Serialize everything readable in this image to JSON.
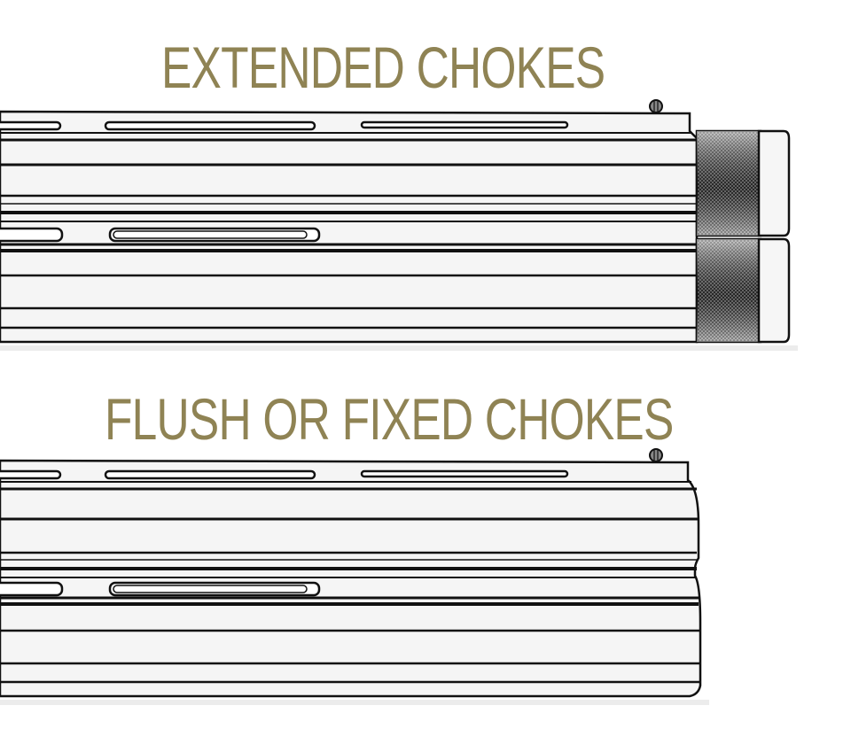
{
  "colors": {
    "heading": "#8f8354",
    "ink": "#111111",
    "paper": "#ffffff",
    "barrel_fill": "#f4f4f4",
    "knurl": "#3a3a3a"
  },
  "panels": [
    {
      "id": "extended",
      "heading": "EXTENDED CHOKES",
      "illustration": "over-under-barrels-with-extended-chokes"
    },
    {
      "id": "flush",
      "heading": "FLUSH OR FIXED CHOKES",
      "illustration": "over-under-barrels-with-flush-chokes"
    }
  ]
}
